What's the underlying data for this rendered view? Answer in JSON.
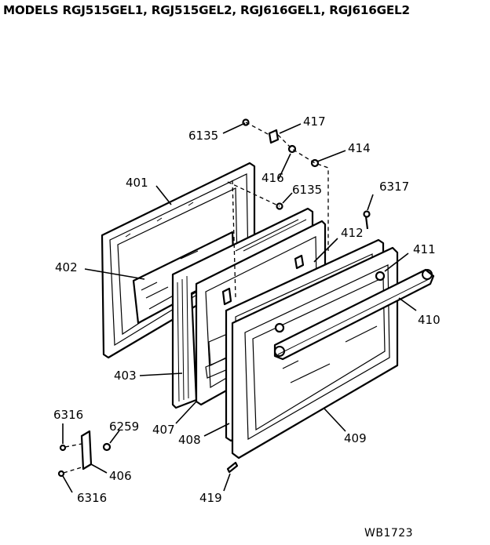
{
  "title": "MODELS RGJ515GEL1, RGJ515GEL2, RGJ616GEL1, RGJ616GEL2",
  "drawing_code": "WB1723",
  "callouts": {
    "c6135_top": "6135",
    "c417": "417",
    "c414": "414",
    "c416": "416",
    "c6135_mid": "6135",
    "c401": "401",
    "c6317": "6317",
    "c412": "412",
    "c411": "411",
    "c402": "402",
    "c410": "410",
    "c403": "403",
    "c407": "407",
    "c408": "408",
    "c409": "409",
    "c6316_top": "6316",
    "c6259": "6259",
    "c406": "406",
    "c6316_bottom": "6316",
    "c419": "419"
  }
}
